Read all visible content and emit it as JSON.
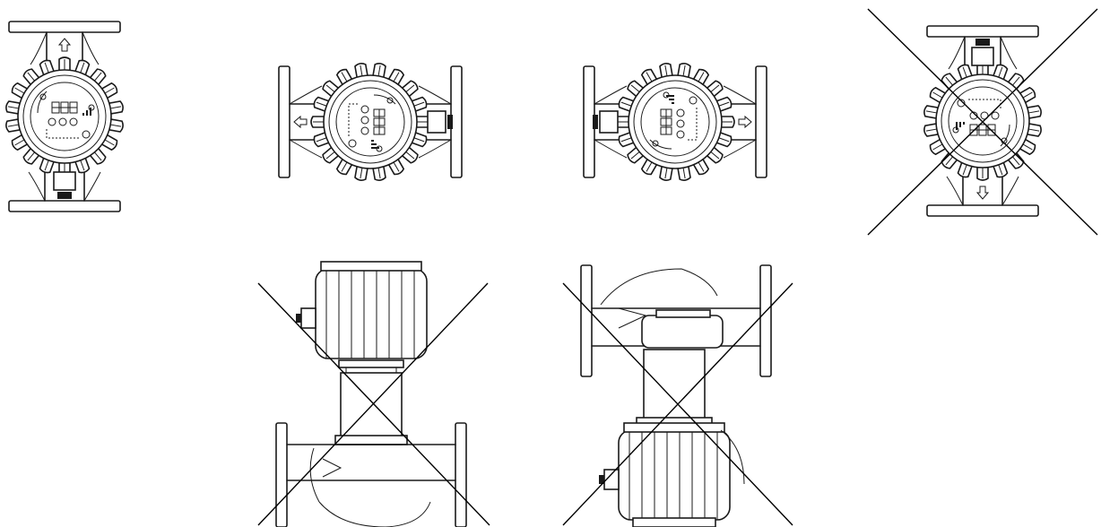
{
  "figure": {
    "title": "",
    "panels": [
      {
        "id": "top-view-vertical-flow-up",
        "orientation": "vertical",
        "flow": "up",
        "status": "allowed"
      },
      {
        "id": "top-view-horizontal-flow-left",
        "orientation": "horizontal",
        "flow": "left",
        "status": "allowed"
      },
      {
        "id": "top-view-horizontal-flow-right",
        "orientation": "horizontal",
        "flow": "right",
        "status": "allowed"
      },
      {
        "id": "top-view-vertical-flow-down",
        "orientation": "vertical",
        "flow": "down",
        "status": "not-allowed"
      },
      {
        "id": "side-view-motor-up",
        "orientation": "side",
        "flow": "none",
        "status": "not-allowed"
      },
      {
        "id": "side-view-motor-down",
        "orientation": "side",
        "flow": "none",
        "status": "not-allowed"
      }
    ],
    "colors": {
      "line": "#1a1a1a",
      "cross": "#000000",
      "background": "#ffffff"
    }
  }
}
